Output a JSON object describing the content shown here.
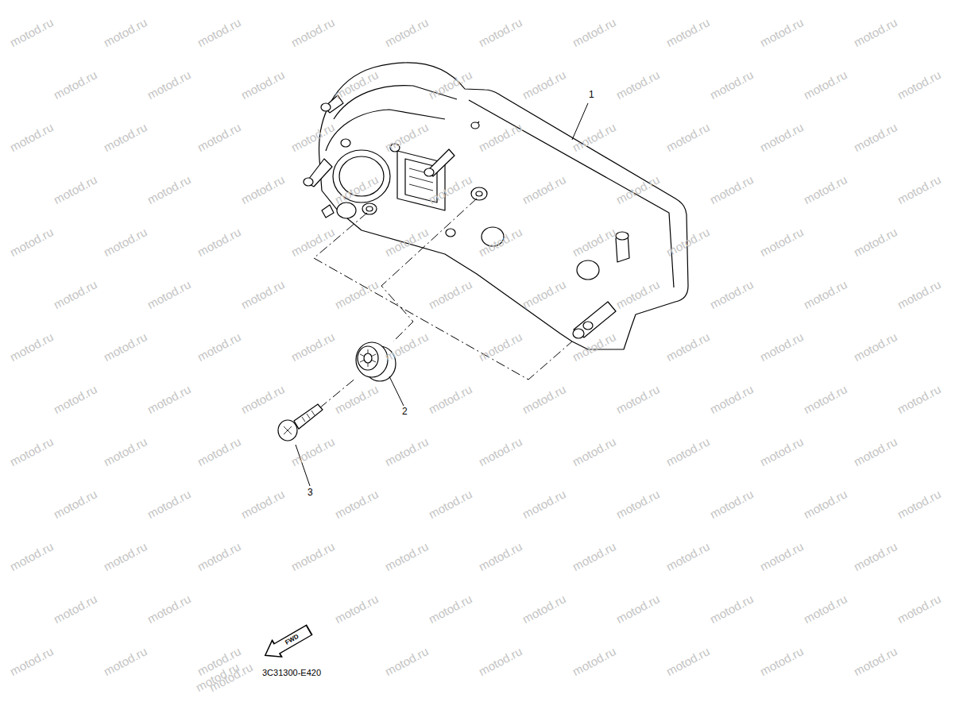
{
  "diagram": {
    "nodes": [
      {
        "text": [
          "FWD"
        ]
      }
    ],
    "labels": [
      "1",
      "2",
      "3",
      "3C31300-E420",
      "motod.ru",
      "motod.ru",
      "motod.ru",
      "motod.ru",
      "motod.ru",
      "motod.ru",
      "motod.ru",
      "motod.ru",
      "motod.ru",
      "motod.ru",
      "motod.ru",
      "motod.ru",
      "motod.ru",
      "motod.ru",
      "motod.ru",
      "motod.ru",
      "motod.ru",
      "motod.ru",
      "motod.ru",
      "motod.ru",
      "motod.ru",
      "motod.ru",
      "motod.ru",
      "motod.ru",
      "motod.ru",
      "motod.ru",
      "motod.ru",
      "motod.ru",
      "motod.ru",
      "motod.ru",
      "motod.ru",
      "motod.ru",
      "motod.ru",
      "motod.ru",
      "motod.ru",
      "motod.ru",
      "motod.ru",
      "motod.ru",
      "motod.ru",
      "motod.ru",
      "motod.ru",
      "motod.ru",
      "motod.ru",
      "motod.ru",
      "motod.ru",
      "motod.ru",
      "motod.ru",
      "motod.ru",
      "motod.ru",
      "motod.ru",
      "motod.ru",
      "motod.ru",
      "motod.ru",
      "motod.ru",
      "motod.ru",
      "motod.ru",
      "motod.ru",
      "motod.ru",
      "motod.ru",
      "motod.ru",
      "motod.ru",
      "motod.ru",
      "motod.ru",
      "motod.ru",
      "motod.ru",
      "motod.ru",
      "motod.ru",
      "motod.ru",
      "motod.ru",
      "motod.ru",
      "motod.ru",
      "motod.ru",
      "motod.ru",
      "motod.ru",
      "motod.ru",
      "motod.ru",
      "motod.ru",
      "motod.ru",
      "motod.ru",
      "motod.ru",
      "motod.ru",
      "motod.ru",
      "motod.ru",
      "motod.ru",
      "motod.ru",
      "motod.ru",
      "motod.ru",
      "motod.ru",
      "motod.ru",
      "motod.ru",
      "motod.ru",
      "motod.ru",
      "motod.ru",
      "motod.ru",
      "motod.ru",
      "motod.ru",
      "motod.ru",
      "motod.ru",
      "motod.ru",
      "motod.ru",
      "motod.ru",
      "motod.ru",
      "motod.ru",
      "motod.ru",
      "motod.ru",
      "motod.ru",
      "motod.ru",
      "motod.ru",
      "motod.ru",
      "motod.ru",
      "motod.ru",
      "motod.ru",
      "motod.ru",
      "motod.ru",
      "motod.ru",
      "motod.ru",
      "motod.ru",
      "motod.ru",
      "motod.ru",
      "motod.ru",
      "motod.ru",
      "motod.ru",
      "motod.ru",
      "motod.ru",
      "motod.ru",
      "motod.ru",
      "motod.ru",
      "motod.ru",
      "motod.ru",
      "motod.ru"
    ]
  }
}
